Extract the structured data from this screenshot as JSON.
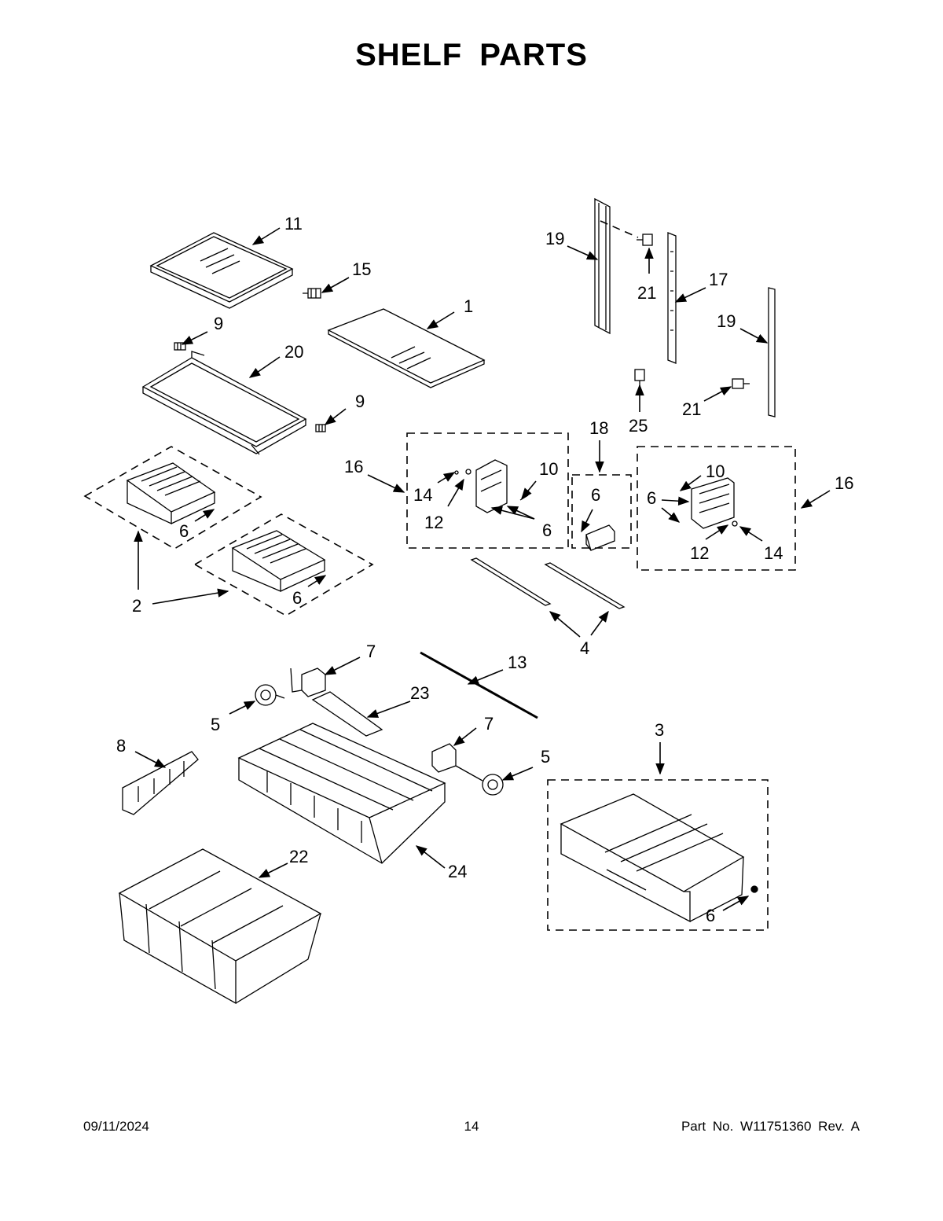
{
  "page": {
    "title": "SHELF PARTS",
    "footer": {
      "date": "09/11/2024",
      "page_number": "14",
      "part_info": "Part No.  W11751360  Rev.  A"
    }
  },
  "callouts": [
    {
      "id": "c1",
      "label": "1"
    },
    {
      "id": "c2",
      "label": "2"
    },
    {
      "id": "c3",
      "label": "3"
    },
    {
      "id": "c4",
      "label": "4"
    },
    {
      "id": "c5a",
      "label": "5"
    },
    {
      "id": "c5b",
      "label": "5"
    },
    {
      "id": "c6a",
      "label": "6"
    },
    {
      "id": "c6b",
      "label": "6"
    },
    {
      "id": "c6c",
      "label": "6"
    },
    {
      "id": "c6d",
      "label": "6"
    },
    {
      "id": "c6e",
      "label": "6"
    },
    {
      "id": "c6f",
      "label": "6"
    },
    {
      "id": "c7a",
      "label": "7"
    },
    {
      "id": "c7b",
      "label": "7"
    },
    {
      "id": "c8",
      "label": "8"
    },
    {
      "id": "c9a",
      "label": "9"
    },
    {
      "id": "c9b",
      "label": "9"
    },
    {
      "id": "c10a",
      "label": "10"
    },
    {
      "id": "c10b",
      "label": "10"
    },
    {
      "id": "c11",
      "label": "11"
    },
    {
      "id": "c12a",
      "label": "12"
    },
    {
      "id": "c12b",
      "label": "12"
    },
    {
      "id": "c13",
      "label": "13"
    },
    {
      "id": "c14a",
      "label": "14"
    },
    {
      "id": "c14b",
      "label": "14"
    },
    {
      "id": "c15",
      "label": "15"
    },
    {
      "id": "c16a",
      "label": "16"
    },
    {
      "id": "c16b",
      "label": "16"
    },
    {
      "id": "c17",
      "label": "17"
    },
    {
      "id": "c18",
      "label": "18"
    },
    {
      "id": "c19a",
      "label": "19"
    },
    {
      "id": "c19b",
      "label": "19"
    },
    {
      "id": "c20",
      "label": "20"
    },
    {
      "id": "c21a",
      "label": "21"
    },
    {
      "id": "c21b",
      "label": "21"
    },
    {
      "id": "c22",
      "label": "22"
    },
    {
      "id": "c23",
      "label": "23"
    },
    {
      "id": "c24",
      "label": "24"
    },
    {
      "id": "c25",
      "label": "25"
    },
    {
      "id": "c6g",
      "label": "6"
    }
  ]
}
